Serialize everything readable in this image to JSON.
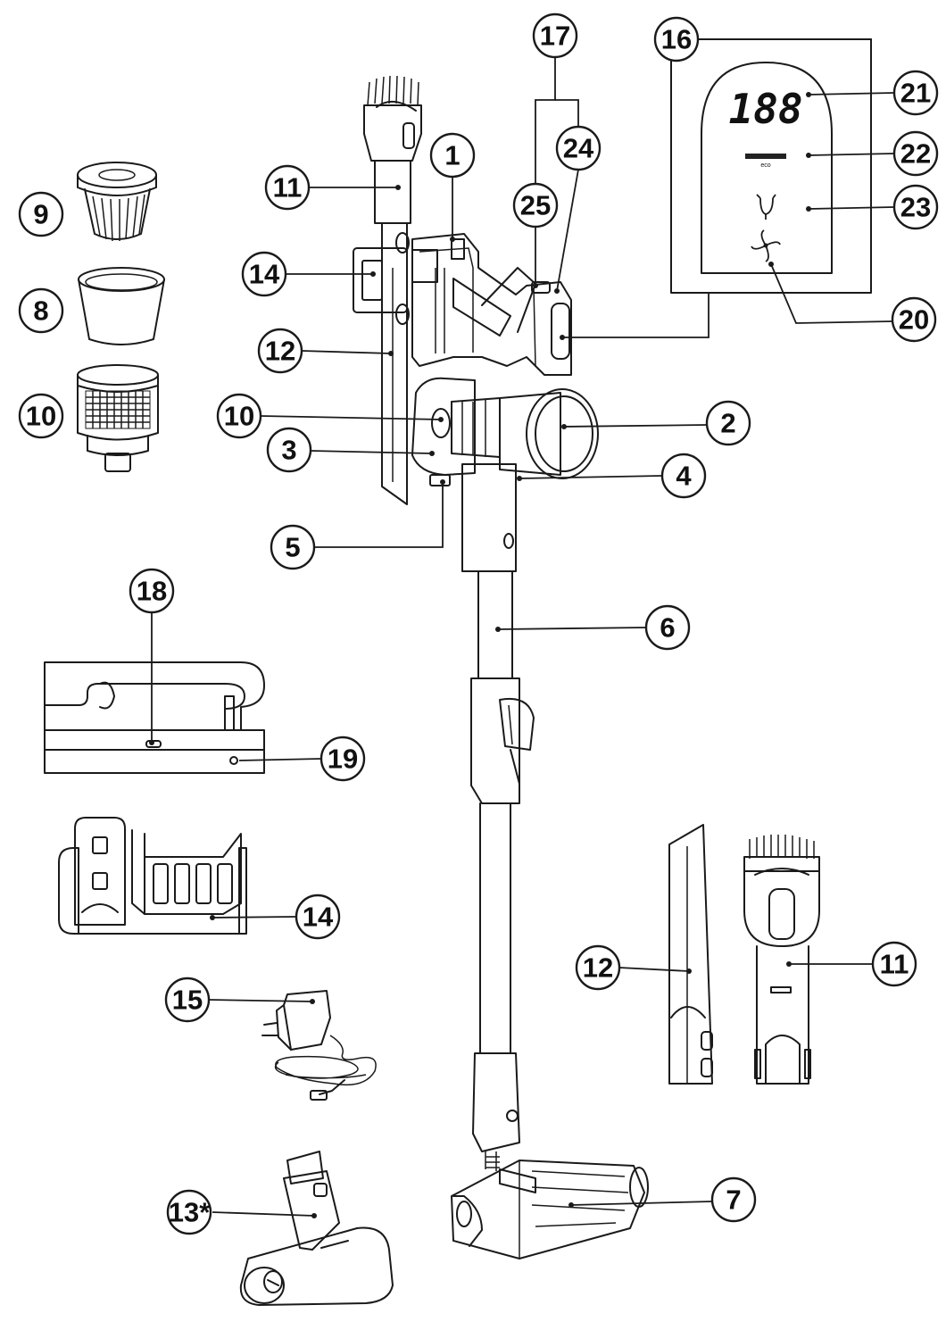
{
  "callouts": [
    {
      "id": "c1",
      "label": "1"
    },
    {
      "id": "c2",
      "label": "2"
    },
    {
      "id": "c3",
      "label": "3"
    },
    {
      "id": "c4",
      "label": "4"
    },
    {
      "id": "c5",
      "label": "5"
    },
    {
      "id": "c6",
      "label": "6"
    },
    {
      "id": "c7",
      "label": "7"
    },
    {
      "id": "c8",
      "label": "8"
    },
    {
      "id": "c9",
      "label": "9"
    },
    {
      "id": "c10a",
      "label": "10"
    },
    {
      "id": "c10b",
      "label": "10"
    },
    {
      "id": "c11a",
      "label": "11"
    },
    {
      "id": "c11b",
      "label": "11"
    },
    {
      "id": "c12a",
      "label": "12"
    },
    {
      "id": "c12b",
      "label": "12"
    },
    {
      "id": "c13",
      "label": "13*"
    },
    {
      "id": "c14a",
      "label": "14"
    },
    {
      "id": "c14b",
      "label": "14"
    },
    {
      "id": "c15",
      "label": "15"
    },
    {
      "id": "c16",
      "label": "16"
    },
    {
      "id": "c17",
      "label": "17"
    },
    {
      "id": "c18",
      "label": "18"
    },
    {
      "id": "c19",
      "label": "19"
    },
    {
      "id": "c20",
      "label": "20"
    },
    {
      "id": "c21",
      "label": "21"
    },
    {
      "id": "c22",
      "label": "22"
    },
    {
      "id": "c23",
      "label": "23"
    },
    {
      "id": "c24",
      "label": "24"
    },
    {
      "id": "c25",
      "label": "25"
    }
  ],
  "display": {
    "digits": "188",
    "mode_text": "eco"
  },
  "icons": [
    "filter-icon",
    "turbo-brush-icon",
    "fan-icon"
  ]
}
